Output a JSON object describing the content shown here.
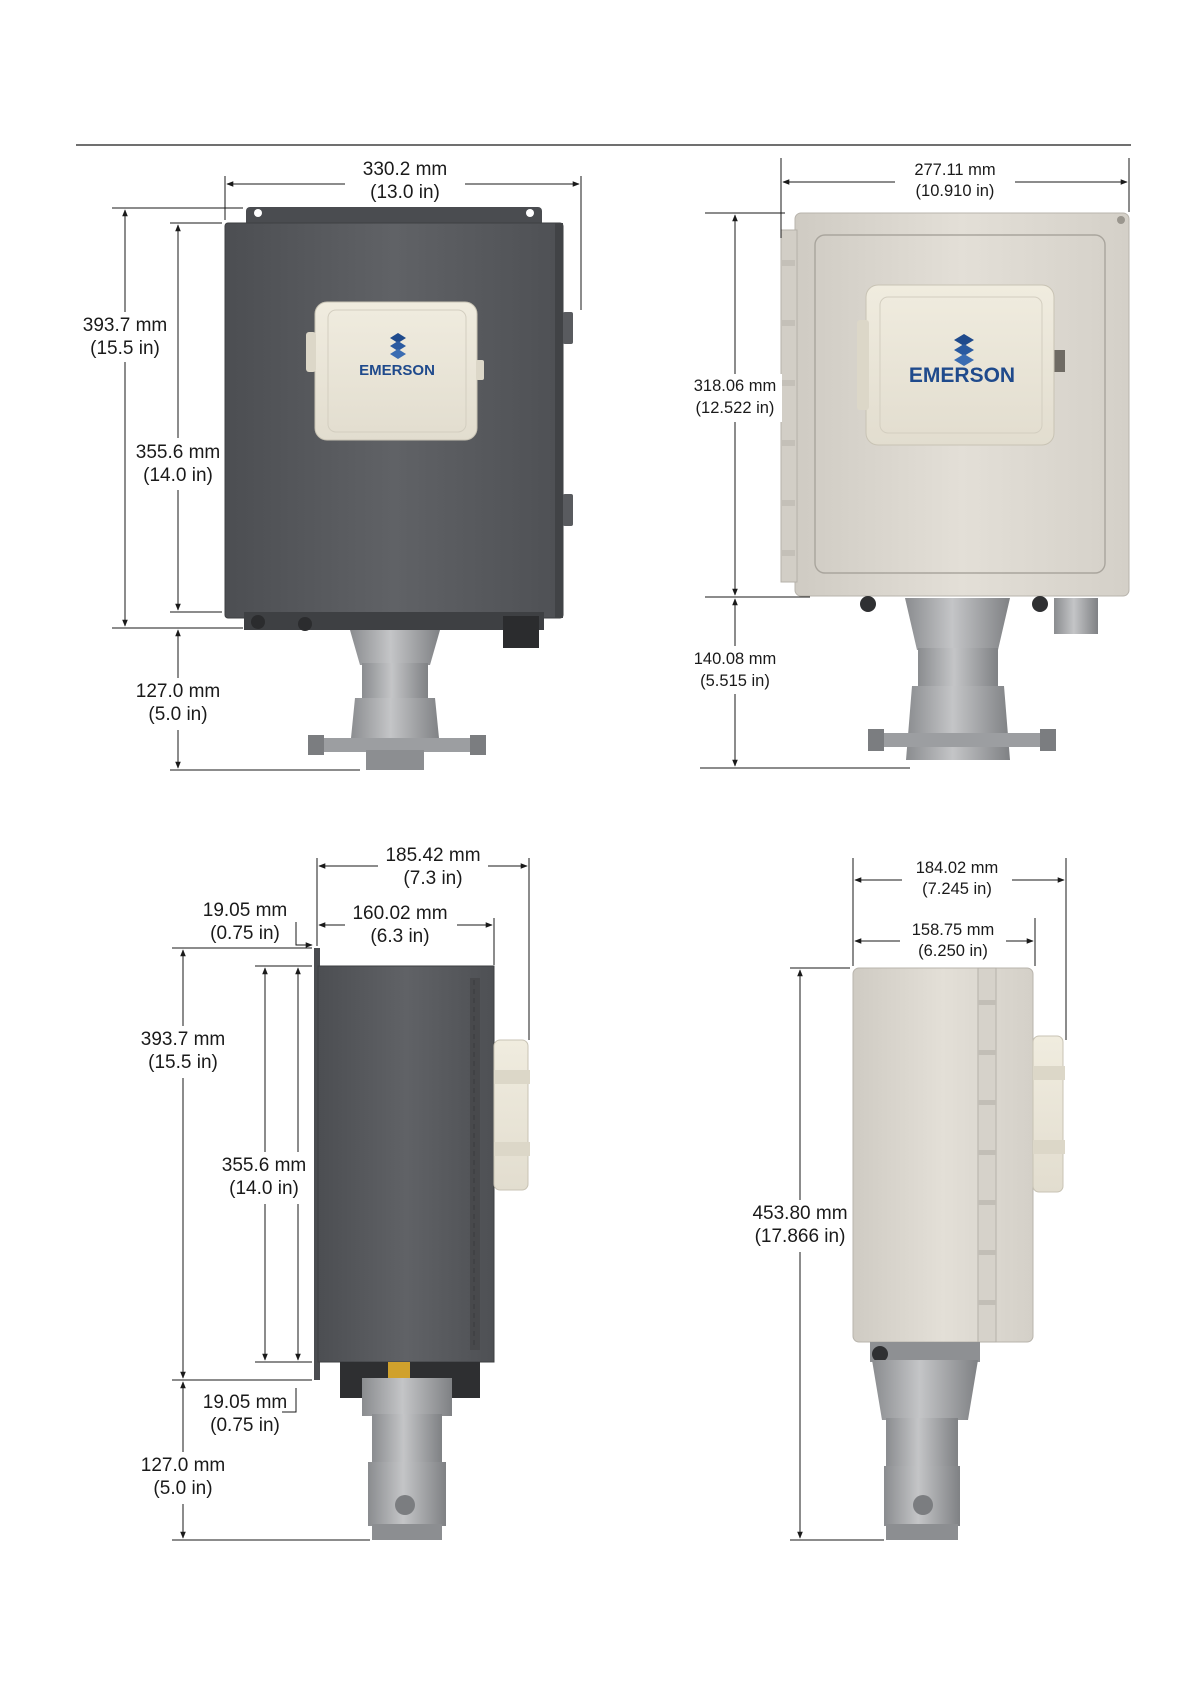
{
  "brand": {
    "name": "EMERSON",
    "tm": ".",
    "color_logo": "#1f4a8c"
  },
  "colors": {
    "enclosure_dark": "#5b5d61",
    "enclosure_light": "#dedad2",
    "module_face": "#ece8dc",
    "steel": "#a7a9ab"
  },
  "views": {
    "dark_front": {
      "width_mm": "330.2 mm",
      "width_in": "(13.0 in)",
      "overall_height_mm": "393.7 mm",
      "overall_height_in": "(15.5 in)",
      "body_height_mm": "355.6 mm",
      "body_height_in": "(14.0 in)",
      "mount_height_mm": "127.0 mm",
      "mount_height_in": "(5.0 in)"
    },
    "light_front": {
      "width_mm": "277.11 mm",
      "width_in": "(10.910 in)",
      "body_height_mm": "318.06 mm",
      "body_height_in": "(12.522 in)",
      "mount_height_mm": "140.08 mm",
      "mount_height_in": "(5.515 in)"
    },
    "dark_side": {
      "overall_depth_mm": "185.42 mm",
      "overall_depth_in": "(7.3 in)",
      "body_depth_mm": "160.02 mm",
      "body_depth_in": "(6.3 in)",
      "flange_mm": "19.05 mm",
      "flange_in": "(0.75 in)",
      "overall_height_mm": "393.7 mm",
      "overall_height_in": "(15.5 in)",
      "body_height_mm": "355.6 mm",
      "body_height_in": "(14.0 in)",
      "bottom_flange_mm": "19.05 mm",
      "bottom_flange_in": "(0.75 in)",
      "mount_height_mm": "127.0 mm",
      "mount_height_in": "(5.0 in)"
    },
    "light_side": {
      "overall_depth_mm": "184.02 mm",
      "overall_depth_in": "(7.245 in)",
      "body_depth_mm": "158.75 mm",
      "body_depth_in": "(6.250 in)",
      "overall_height_mm": "453.80 mm",
      "overall_height_in": "(17.866 in)"
    }
  }
}
